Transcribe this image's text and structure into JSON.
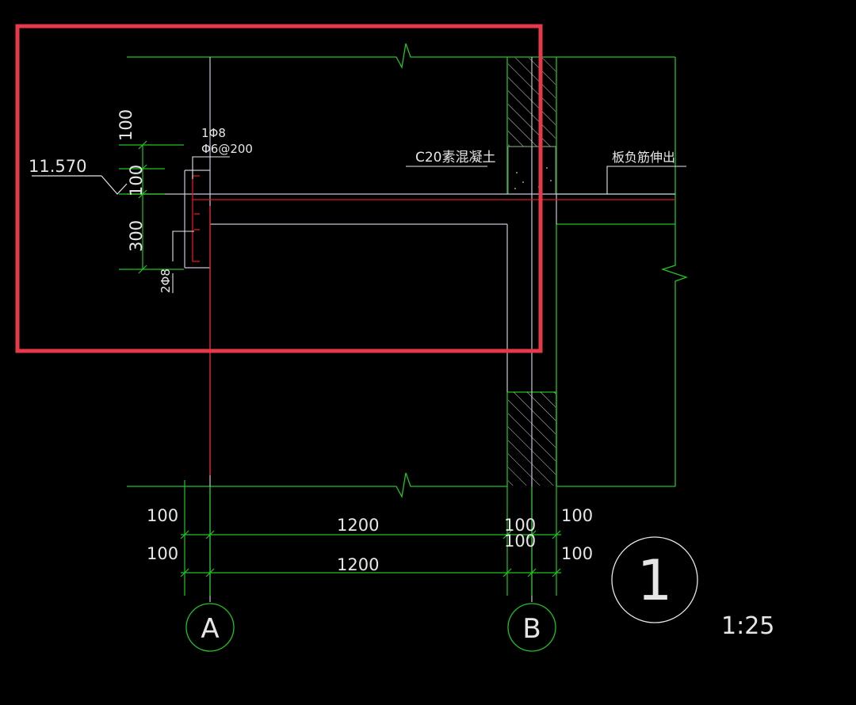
{
  "labels": {
    "elevation": "11.570",
    "bar_top": "1Φ8",
    "stirrup": "Φ6@200",
    "bar_bottom": "2Φ8",
    "concrete": "C20素混凝土",
    "slab_rebar": "板负筋伸出",
    "dim_v_100a": "100",
    "dim_v_100b": "100",
    "dim_v_300": "300",
    "dim_h_100_l1": "100",
    "dim_h_100_l2": "100",
    "dim_h_1200_1": "1200",
    "dim_h_1200_2": "1200",
    "dim_h_100_m1": "100",
    "dim_h_100_m2": "100",
    "dim_h_100_r1": "100",
    "dim_h_100_r2": "100",
    "axis_a": "A",
    "axis_b": "B",
    "detail_no": "1",
    "scale": "1:25"
  },
  "colors": {
    "background": "#000000",
    "green": "#22c322",
    "white": "#e6e6e6",
    "gray": "#b4b4c8",
    "red": "#e01818",
    "highlight": "#e8394a"
  }
}
